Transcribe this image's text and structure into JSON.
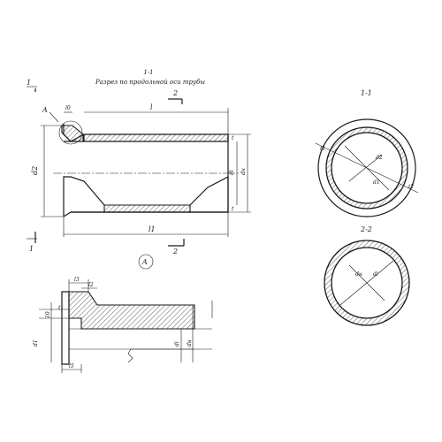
{
  "header": {
    "section_title": "1-1",
    "section_subtitle": "Разрез по продольной оси трубы"
  },
  "section_1_1": {
    "title": "1-1",
    "dims": {
      "d2": "d2",
      "d1": "d1",
      "t1": "t1",
      "t2": "t2"
    }
  },
  "section_2_2": {
    "title": "2-2",
    "dims": {
      "dн": "dн",
      "di": "di"
    }
  },
  "longitudinal": {
    "cut_mark_top_left": "1",
    "cut_mark_bottom_left": "1",
    "cut_mark_top_right": "2",
    "cut_mark_bottom_right": "2",
    "detail_callout": "A",
    "dims": {
      "l": "l",
      "l1": "l1",
      "l0": "l0",
      "d2": "d2",
      "di": "di",
      "dн": "dн",
      "t_top": "t",
      "t_bottom": "t"
    }
  },
  "detail_A": {
    "label": "A",
    "dims": {
      "l3": "l3",
      "l2": "l2",
      "l5": "l5",
      "t": "t",
      "s": "10",
      "d1": "d1",
      "di": "di",
      "dн": "dн"
    }
  }
}
